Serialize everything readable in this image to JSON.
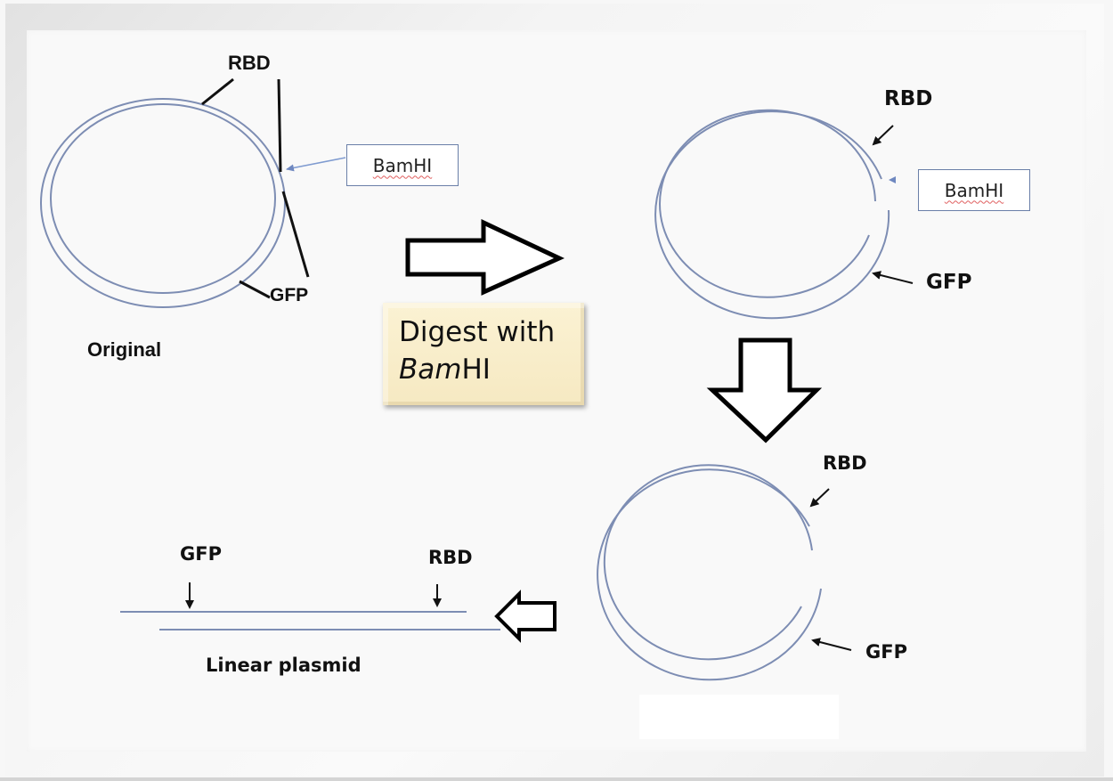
{
  "figure": {
    "colors": {
      "dna_strand": "#7d8db3",
      "pointer_line": "#111111",
      "bamhi_pointer": "#7f9bd0",
      "digest_box_bg": "#f8eecb",
      "background": "#f9f9f9"
    },
    "original": {
      "caption": "Original",
      "rbd_label": "RBD",
      "gfp_label": "GFP",
      "enzyme_label": "BamHI"
    },
    "step_arrow_right": {
      "icon": "block-arrow-right"
    },
    "digest_box": {
      "line1": "Digest with",
      "line2_italic": "Bam",
      "line2_rest": "HI"
    },
    "cut": {
      "rbd_label": "RBD",
      "gfp_label": "GFP",
      "enzyme_label": "BamHI"
    },
    "step_arrow_down": {
      "icon": "block-arrow-down"
    },
    "opened": {
      "rbd_label": "RBD",
      "gfp_label": "GFP"
    },
    "step_arrow_left": {
      "icon": "block-arrow-left"
    },
    "linear": {
      "caption": "Linear plasmid",
      "gfp_label": "GFP",
      "rbd_label": "RBD"
    }
  }
}
